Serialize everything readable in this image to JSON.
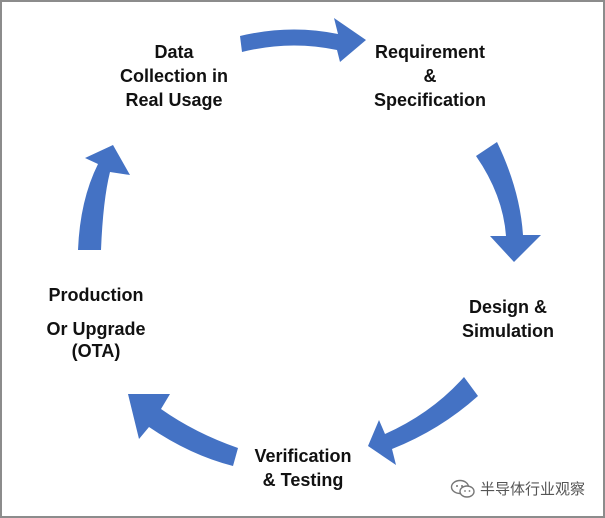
{
  "diagram": {
    "arrow_color": "#4472C4",
    "stages": [
      {
        "id": "data-collection",
        "lines": [
          "Data",
          "Collection in",
          "Real Usage"
        ]
      },
      {
        "id": "requirement",
        "lines": [
          "Requirement",
          "&",
          "Specification"
        ]
      },
      {
        "id": "design",
        "lines": [
          "Design &",
          "Simulation"
        ]
      },
      {
        "id": "verification",
        "lines": [
          "Verification",
          "& Testing"
        ]
      },
      {
        "id": "production",
        "lines": [
          "Production",
          "Or Upgrade",
          "(OTA)"
        ]
      }
    ]
  },
  "watermark": {
    "text": "半导体行业观察",
    "icon": "wechat-icon"
  }
}
